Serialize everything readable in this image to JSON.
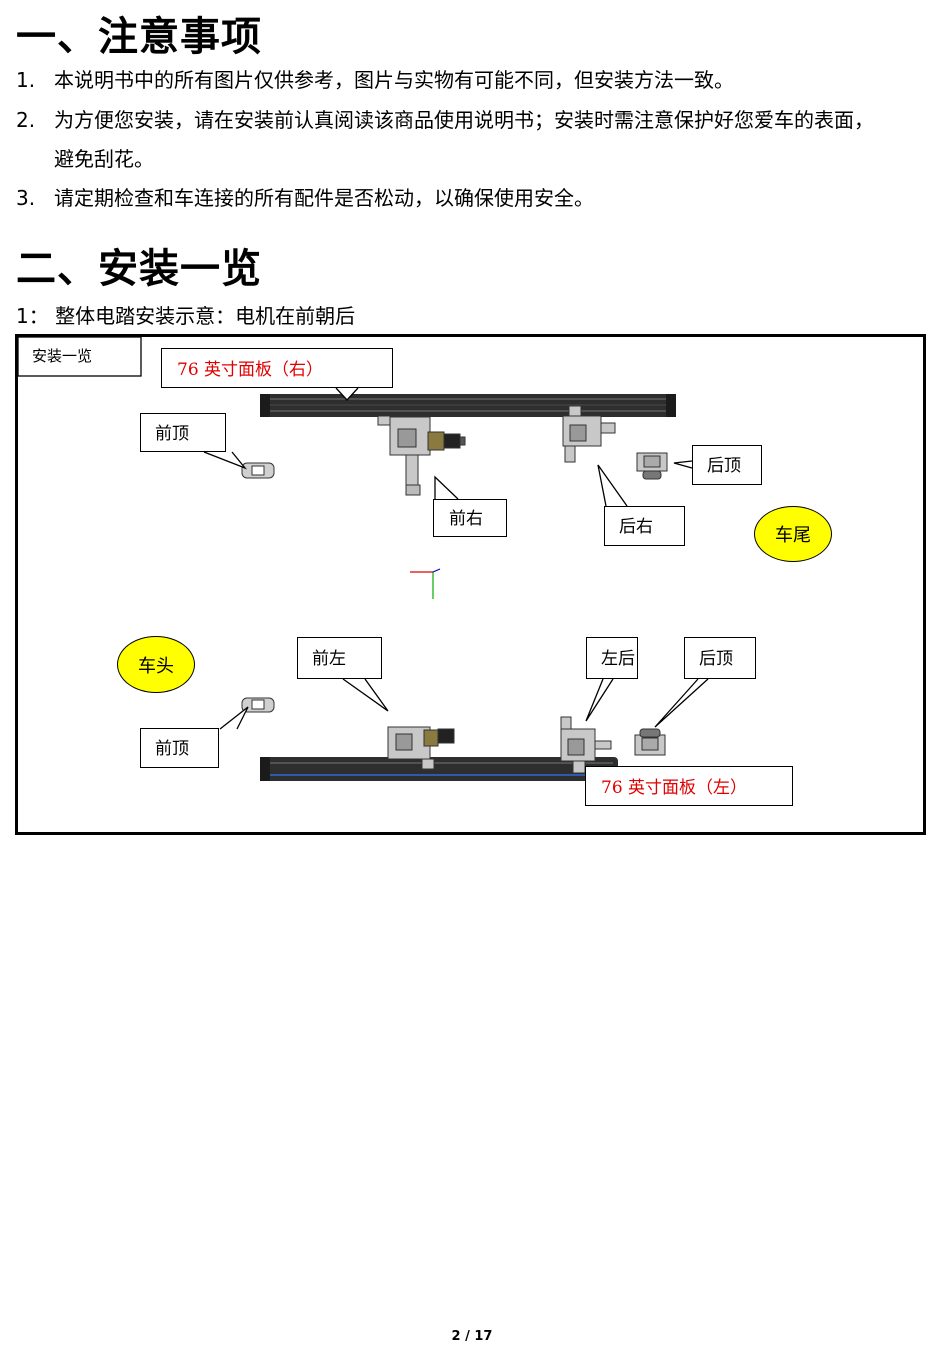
{
  "section1": {
    "title": "一、注意事项",
    "items": [
      {
        "num": "1.",
        "text": "本说明书中的所有图片仅供参考，图片与实物有可能不同，但安装方法一致。"
      },
      {
        "num": "2.",
        "text": "为方便您安装，请在安装前认真阅读该商品使用说明书；安装时需注意保护好您爱车的表面，",
        "cont": "避免刮花。"
      },
      {
        "num": "3.",
        "text": "请定期检查和车连接的所有配件是否松动，以确保使用安全。"
      }
    ]
  },
  "section2": {
    "title": "二、安装一览",
    "subtitle": "1：  整体电踏安装示意：电机在前朝后"
  },
  "figure": {
    "caption": "安装一览",
    "labels": {
      "panel_right": "76 英寸面板（右）",
      "panel_left": "76 英寸面板（左）",
      "front_top_1": "前顶",
      "front_right": "前右",
      "rear_right": "后右",
      "rear_top_1": "后顶",
      "car_tail": "车尾",
      "car_head": "车头",
      "front_left": "前左",
      "left_rear": "左后",
      "rear_top_2": "后顶",
      "front_top_2": "前顶"
    },
    "colors": {
      "highlight": "#ffff00",
      "panel_label": "#e00000",
      "board": "#2a2a2a"
    }
  },
  "footer": {
    "page": "2 / 17"
  }
}
